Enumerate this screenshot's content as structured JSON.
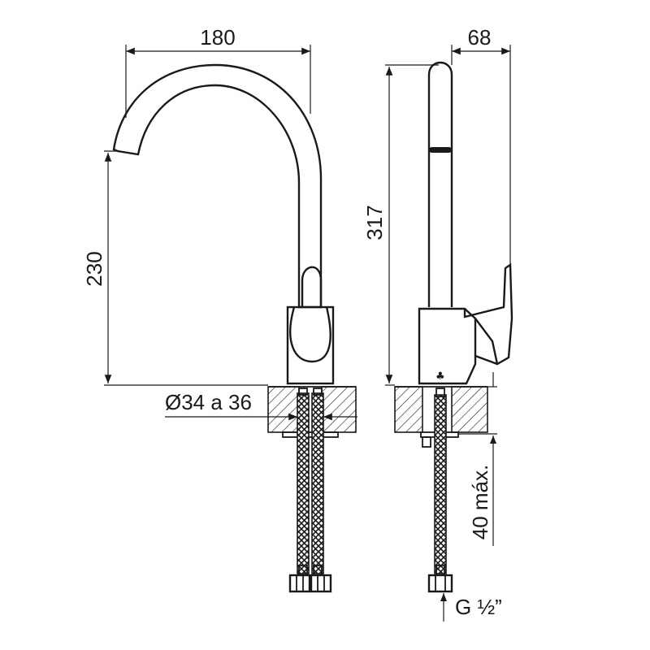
{
  "dimensions": {
    "spout_reach": "180",
    "spout_height": "230",
    "hole_diameter": "Ø34 a 36",
    "side_depth": "68",
    "total_height": "317",
    "max_counter_thickness": "40 máx.",
    "thread_size": "G ½”"
  },
  "colors": {
    "line": "#1a1a1a",
    "hatch": "#1a1a1a",
    "background": "#ffffff"
  }
}
